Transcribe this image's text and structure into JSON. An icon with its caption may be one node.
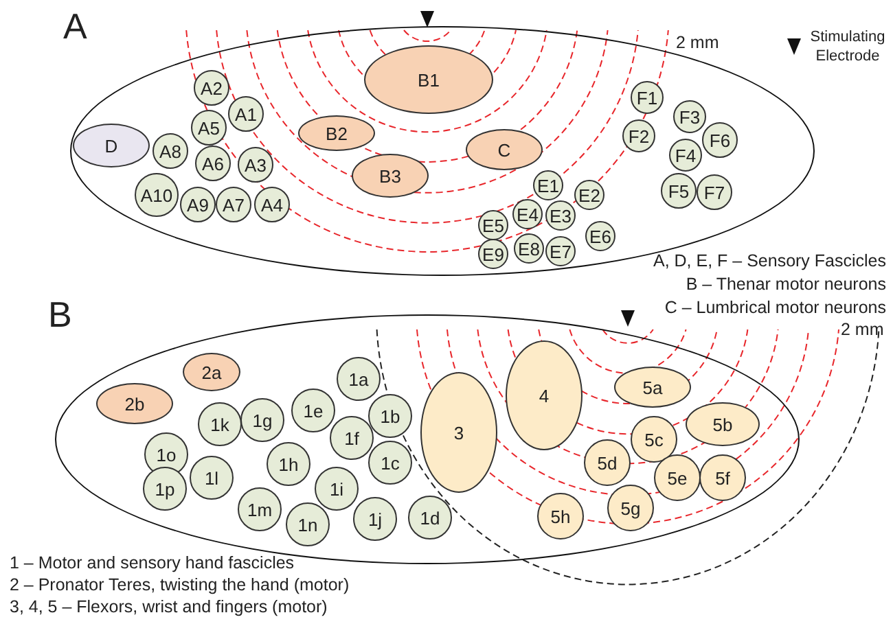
{
  "diagram": {
    "nodes": [
      {
        "text": [
          "A"
        ]
      },
      {
        "text": [
          "D"
        ],
        "in": 0
      },
      {
        "text": [
          "A2"
        ],
        "in": 0
      },
      {
        "text": [
          "A1"
        ],
        "in": 0
      },
      {
        "text": [
          "A5"
        ],
        "in": 0
      },
      {
        "text": [
          "A8"
        ],
        "in": 0
      },
      {
        "text": [
          "A6"
        ],
        "in": 0
      },
      {
        "text": [
          "A3"
        ],
        "in": 0
      },
      {
        "text": [
          "A10"
        ],
        "in": 0
      },
      {
        "text": [
          "A9"
        ],
        "in": 0
      },
      {
        "text": [
          "A7"
        ],
        "in": 0
      },
      {
        "text": [
          "A4"
        ],
        "in": 0
      },
      {
        "text": [
          "B1"
        ],
        "in": 0
      },
      {
        "text": [
          "B2"
        ],
        "in": 0
      },
      {
        "text": [
          "B3"
        ],
        "in": 0
      },
      {
        "text": [
          "C"
        ],
        "in": 0
      },
      {
        "text": [
          "F1"
        ],
        "in": 0
      },
      {
        "text": [
          "F3"
        ],
        "in": 0
      },
      {
        "text": [
          "F2"
        ],
        "in": 0
      },
      {
        "text": [
          "F6"
        ],
        "in": 0
      },
      {
        "text": [
          "F4"
        ],
        "in": 0
      },
      {
        "text": [
          "E1"
        ],
        "in": 0
      },
      {
        "text": [
          "E2"
        ],
        "in": 0
      },
      {
        "text": [
          "F5"
        ],
        "in": 0
      },
      {
        "text": [
          "F7"
        ],
        "in": 0
      },
      {
        "text": [
          "E4"
        ],
        "in": 0
      },
      {
        "text": [
          "E3"
        ],
        "in": 0
      },
      {
        "text": [
          "E5"
        ],
        "in": 0
      },
      {
        "text": [
          "E6"
        ],
        "in": 0
      },
      {
        "text": [
          "E8"
        ],
        "in": 0
      },
      {
        "text": [
          "E7"
        ],
        "in": 0
      },
      {
        "text": [
          "E9"
        ],
        "in": 0
      },
      {
        "text": [
          "B"
        ]
      },
      {
        "text": [
          "2a"
        ],
        "in": 32
      },
      {
        "text": [
          "2b"
        ],
        "in": 32
      },
      {
        "text": [
          "1a"
        ],
        "in": 32
      },
      {
        "text": [
          "1e"
        ],
        "in": 32
      },
      {
        "text": [
          "1b"
        ],
        "in": 32
      },
      {
        "text": [
          "1g"
        ],
        "in": 32
      },
      {
        "text": [
          "1k"
        ],
        "in": 32
      },
      {
        "text": [
          "1f"
        ],
        "in": 32
      },
      {
        "text": [
          "1o"
        ],
        "in": 32
      },
      {
        "text": [
          "1h"
        ],
        "in": 32
      },
      {
        "text": [
          "1c"
        ],
        "in": 32
      },
      {
        "text": [
          "1l"
        ],
        "in": 32
      },
      {
        "text": [
          "1p"
        ],
        "in": 32
      },
      {
        "text": [
          "1i"
        ],
        "in": 32
      },
      {
        "text": [
          "1m"
        ],
        "in": 32
      },
      {
        "text": [
          "1d"
        ],
        "in": 32
      },
      {
        "text": [
          "1j"
        ],
        "in": 32
      },
      {
        "text": [
          "1n"
        ],
        "in": 32
      },
      {
        "text": [
          "3"
        ],
        "in": 32
      },
      {
        "text": [
          "4"
        ],
        "in": 32
      },
      {
        "text": [
          "5a"
        ],
        "in": 32
      },
      {
        "text": [
          "5b"
        ],
        "in": 32
      },
      {
        "text": [
          "5c"
        ],
        "in": 32
      },
      {
        "text": [
          "5d"
        ],
        "in": 32
      },
      {
        "text": [
          "5e"
        ],
        "in": 32
      },
      {
        "text": [
          "5f"
        ],
        "in": 32
      },
      {
        "text": [
          "5g"
        ],
        "in": 32
      },
      {
        "text": [
          "5h"
        ],
        "in": 32
      }
    ],
    "labels": [
      "2 mm",
      "Stimulating Electrode",
      "A, D, E, F – Sensory Fascicles",
      "B – Thenar motor neurons",
      "C – Lumbrical motor neurons",
      "2 mm",
      "1 – Motor and sensory hand fascicles",
      "2 – Pronator Teres, twisting the hand (motor)",
      "3, 4, 5 – Flexors, wrist and fingers (motor)"
    ]
  }
}
